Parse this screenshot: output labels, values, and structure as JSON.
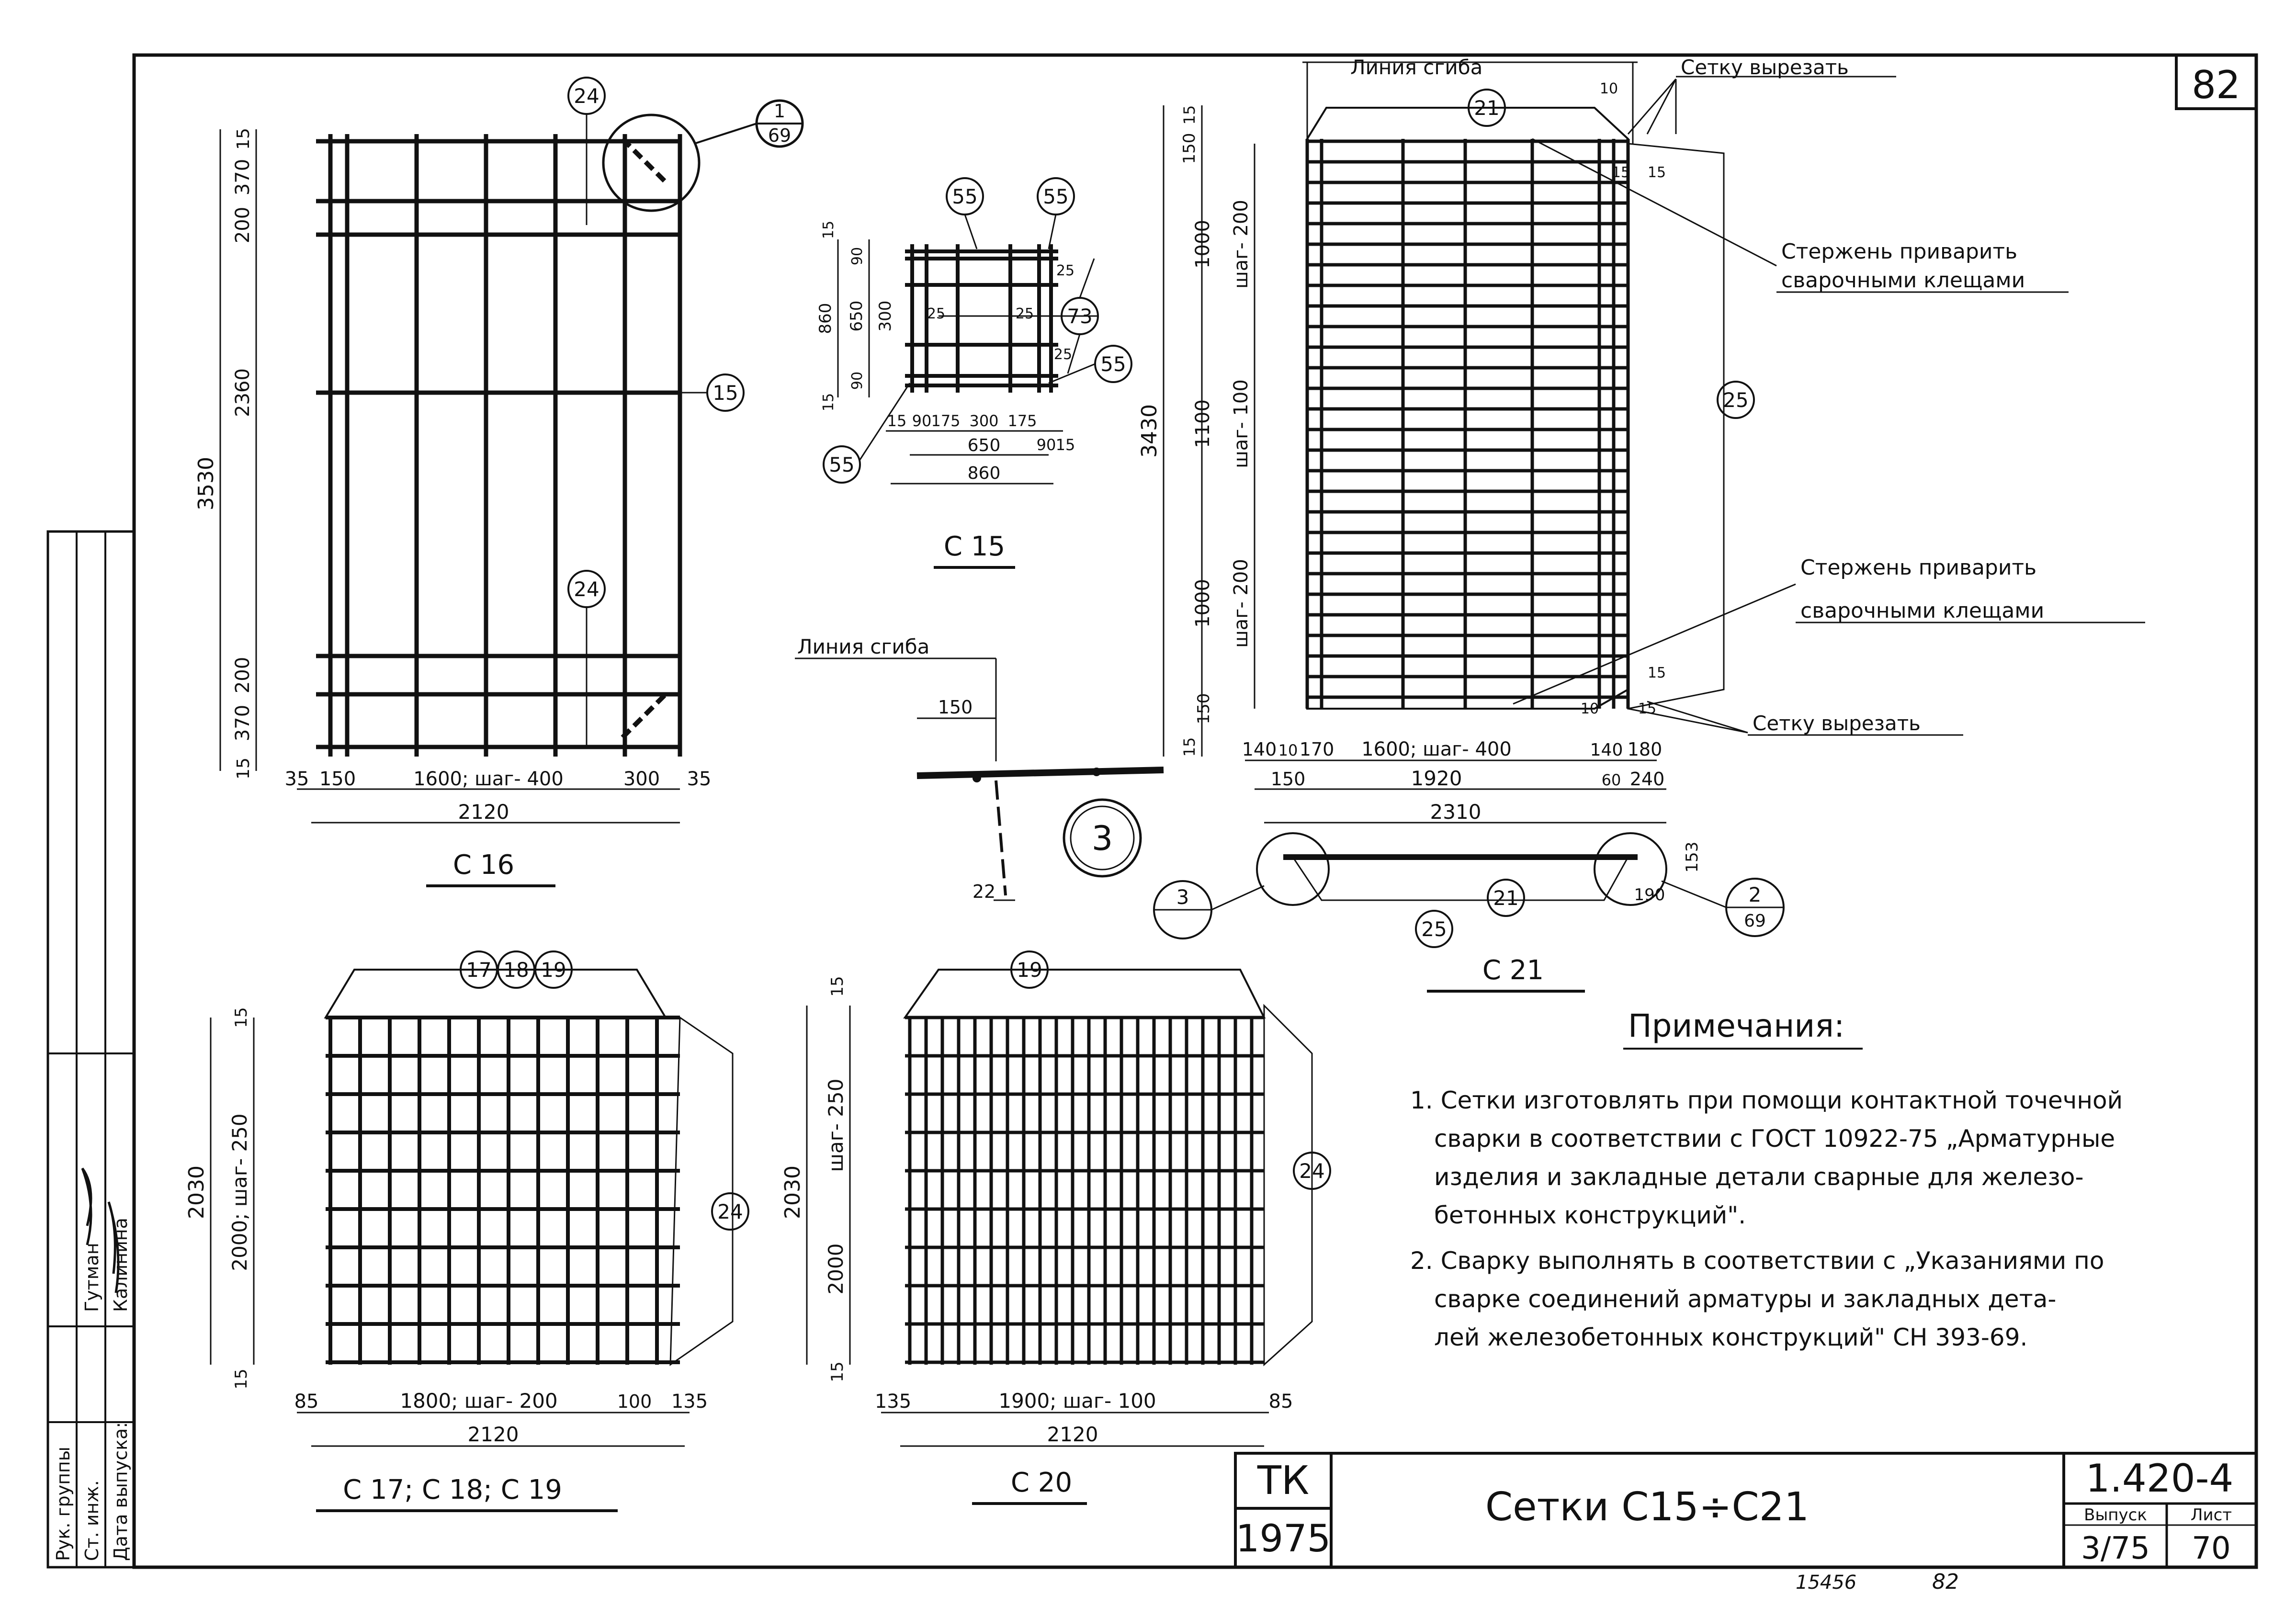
{
  "sheet": {
    "number": "82",
    "doc_code": "1.420-4",
    "issue_label": "Выпуск",
    "issue_value": "3/75",
    "page_label": "Лист",
    "page_value": "70",
    "stamp_top": "ТК",
    "stamp_year": "1975",
    "title": "Сетки С15÷С21",
    "footer_code": "15456",
    "footer_page": "82"
  },
  "signature_block": {
    "rows": [
      "Рук. группы",
      "Ст. инж.",
      "Дата выпуска:"
    ],
    "names": [
      "Гутман",
      "Калинина"
    ]
  },
  "c16": {
    "label": "С 16",
    "overall_h": "3530",
    "h_dims": [
      "15",
      "370",
      "200",
      "2360",
      "200",
      "370",
      "15"
    ],
    "bottom": [
      "35",
      "150",
      "1600; шаг- 400",
      "300",
      "35"
    ],
    "width": "2120",
    "callouts": [
      "24",
      "15",
      "24"
    ],
    "detail_num": "1",
    "detail_sheet": "69"
  },
  "c15": {
    "label": "С 15",
    "left": [
      "15",
      "90",
      "860",
      "650",
      "300",
      "90",
      "15"
    ],
    "bottom_a": [
      "15",
      "90",
      "175",
      "300",
      "175",
      "90",
      "15"
    ],
    "bottom_b": [
      "650",
      "860"
    ],
    "center": "73",
    "angles": [
      "25",
      "25",
      "25",
      "25"
    ],
    "callouts": [
      "55",
      "55",
      "55",
      "55"
    ]
  },
  "bend": {
    "label": "Линия сгиба",
    "dim_a": "150",
    "dim_b": "22",
    "callout": "3"
  },
  "c21": {
    "label": "С 21",
    "bend_label": "Линия сгиба",
    "cut_label": "Сетку вырезать",
    "weld_note_1": "Стержень приварить",
    "weld_note_2": "сварочными клещами",
    "overall_h": "3430",
    "h_dims": [
      "15",
      "150",
      "1000",
      "шаг- 200",
      "1100",
      "шаг- 100",
      "1000",
      "шаг- 200",
      "150",
      "15"
    ],
    "bottom": [
      "140",
      "10",
      "170",
      "1600; шаг- 400",
      "140",
      "180",
      "60"
    ],
    "w1": "1920",
    "w_side_l": "150",
    "w_side_r": "240",
    "width": "2310",
    "callouts": [
      "21",
      "25",
      "21",
      "25"
    ],
    "small_dims": [
      "10",
      "15",
      "15",
      "15",
      "10",
      "15",
      "190",
      "153"
    ],
    "detail_a_num": "3",
    "detail_b_num": "2",
    "detail_b_sheet": "69"
  },
  "c17": {
    "label": "С 17; С 18; С 19",
    "overall_h": "2030",
    "h_dims": [
      "15",
      "2000; шаг- 250",
      "15"
    ],
    "bottom": [
      "85",
      "1800; шаг- 200",
      "100",
      "135"
    ],
    "width": "2120",
    "callouts": [
      "17",
      "18",
      "19",
      "24"
    ]
  },
  "c20": {
    "label": "С 20",
    "overall_h": "2030",
    "h_dims": [
      "15",
      "шаг- 250",
      "2000",
      "15"
    ],
    "bottom": [
      "135",
      "1900; шаг- 100",
      "85"
    ],
    "width": "2120",
    "callouts": [
      "19",
      "24"
    ]
  },
  "notes": {
    "title": "Примечания:",
    "lines": [
      "1. Сетки изготовлять при помощи контактной точечной",
      "сварки в соответствии с ГОСТ 10922-75 „Арматурные",
      "изделия и закладные детали сварные для железо-",
      "бетонных конструкций\".",
      "2. Сварку выполнять в соответствии с „Указаниями по",
      "сварке соединений арматуры и закладных дета-",
      "лей железобетонных конструкций\" СН 393-69."
    ]
  }
}
